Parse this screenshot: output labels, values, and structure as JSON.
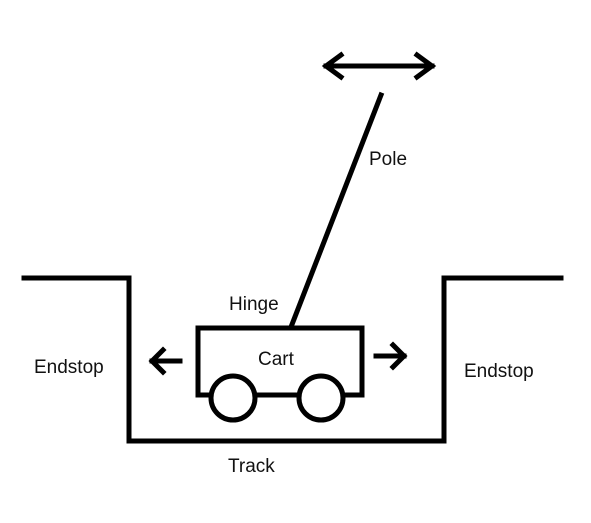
{
  "labels": {
    "pole": "Pole",
    "hinge": "Hinge",
    "cart": "Cart",
    "endstop_left": "Endstop",
    "endstop_right": "Endstop",
    "track": "Track"
  },
  "colors": {
    "stroke": "#000000",
    "text": "#111111",
    "background": "#ffffff"
  }
}
